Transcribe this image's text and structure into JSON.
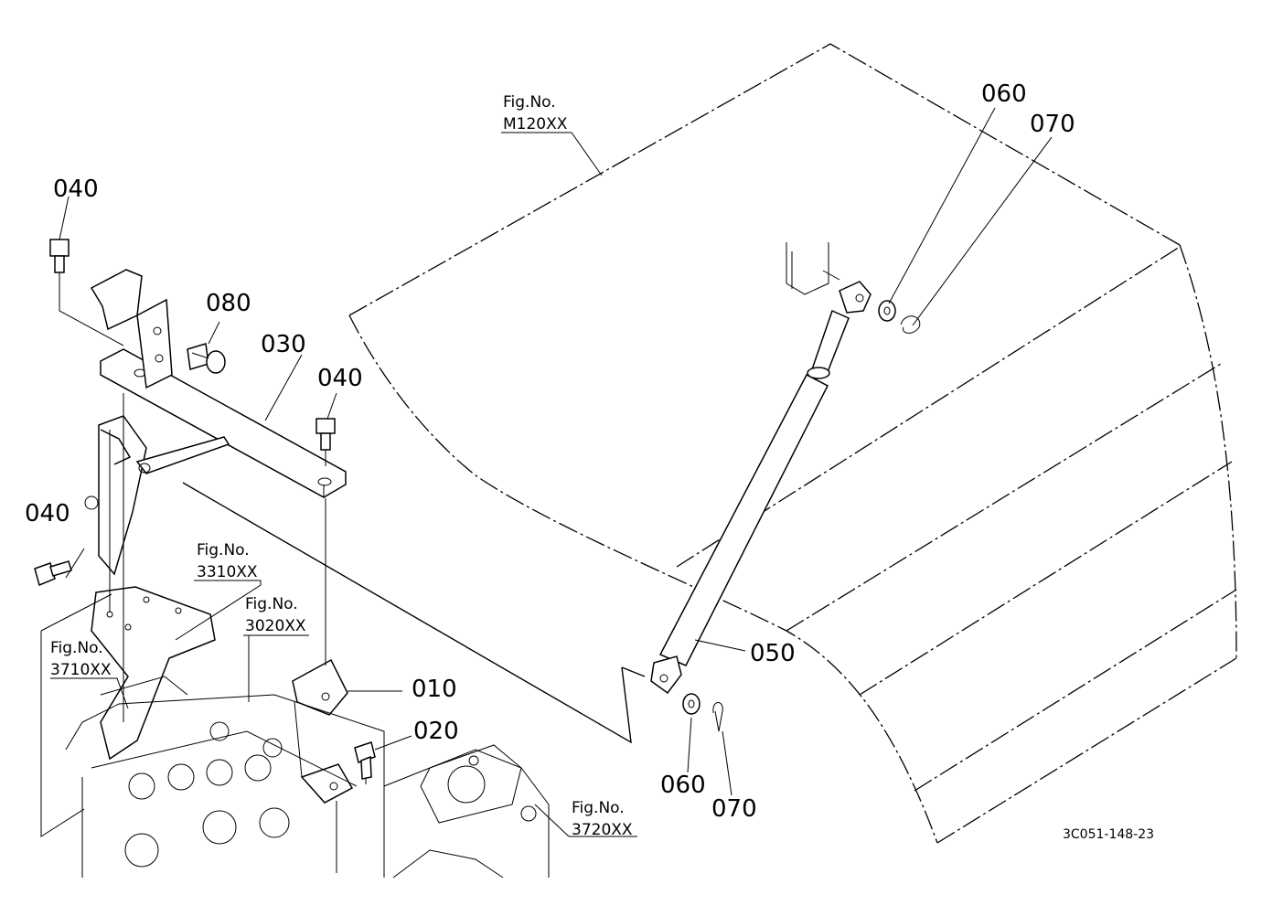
{
  "callouts": {
    "p040_a": "040",
    "p080": "080",
    "p030": "030",
    "p040_b": "040",
    "p040_c": "040",
    "p010": "010",
    "p020": "020",
    "p050": "050",
    "p060_top": "060",
    "p070_top": "070",
    "p060_bot": "060",
    "p070_bot": "070"
  },
  "figures": {
    "m120": {
      "caption": "Fig.No.",
      "number": "M120XX"
    },
    "f3310": {
      "caption": "Fig.No.",
      "number": "3310XX"
    },
    "f3020": {
      "caption": "Fig.No.",
      "number": "3020XX"
    },
    "f3710": {
      "caption": "Fig.No.",
      "number": "3710XX"
    },
    "f3720": {
      "caption": "Fig.No.",
      "number": "3720XX"
    }
  },
  "drawing_code": "3C051-148-23"
}
